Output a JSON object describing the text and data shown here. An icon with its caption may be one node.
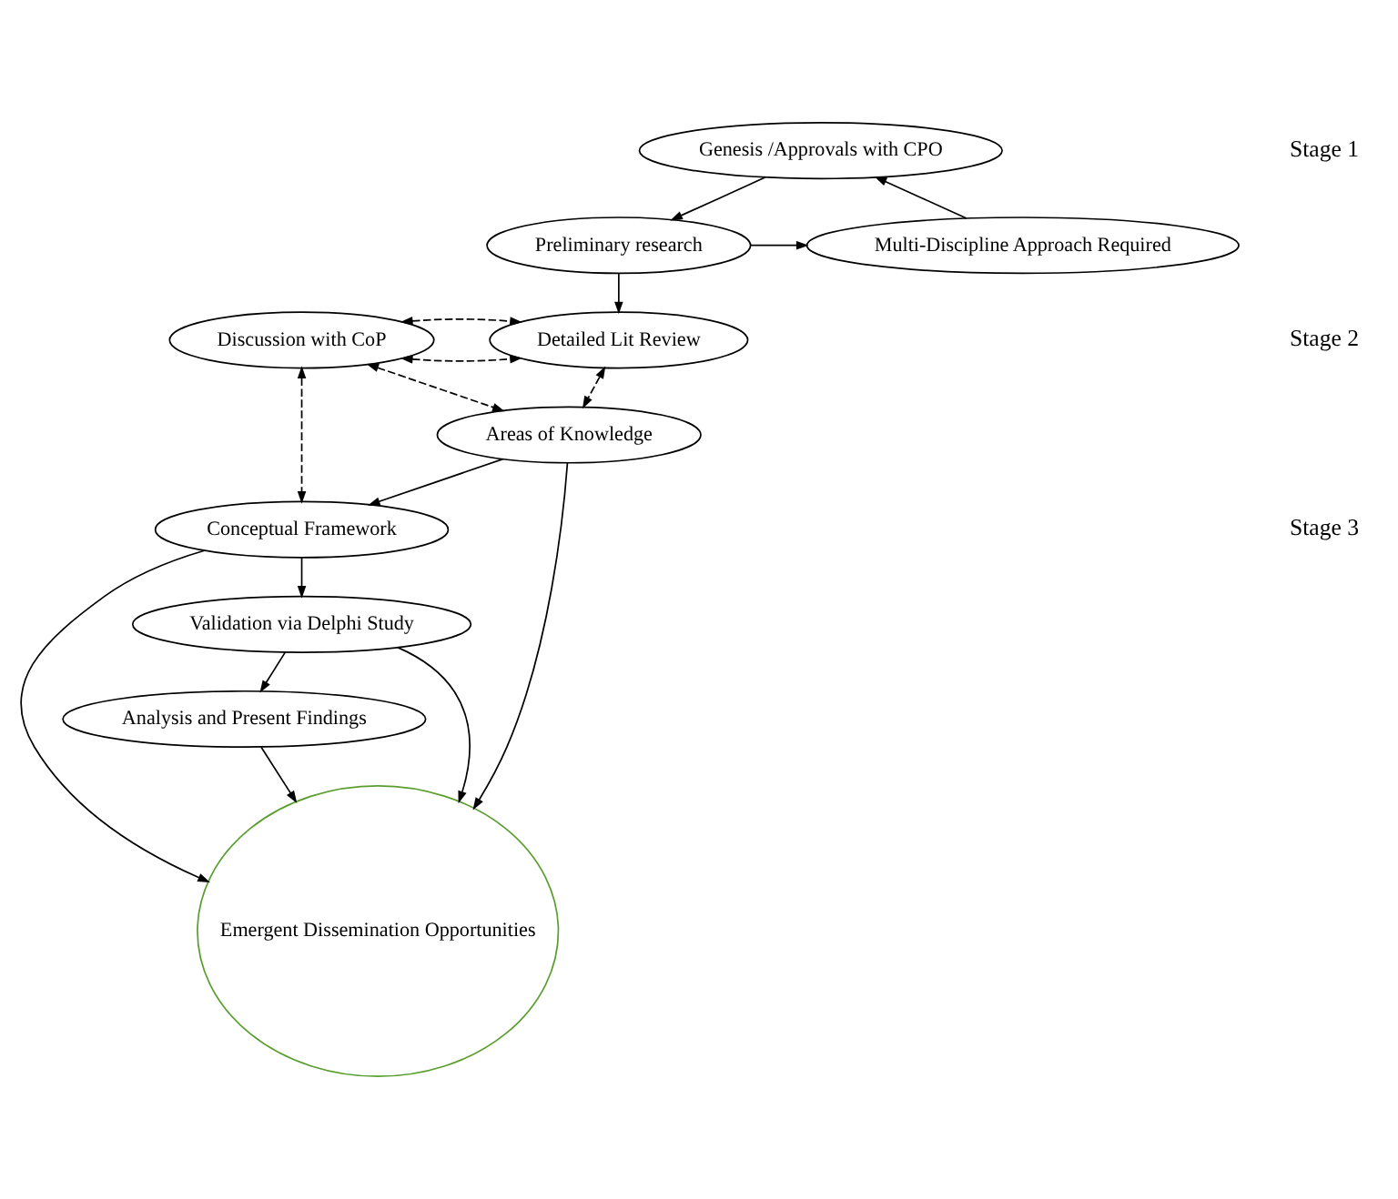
{
  "diagram": {
    "nodes": [
      {
        "text": [
          "Genesis /Approvals with CPO"
        ]
      },
      {
        "text": [
          "Preliminary research"
        ]
      },
      {
        "text": [
          "Multi-Discipline Approach Required"
        ]
      },
      {
        "text": [
          "Detailed Lit Review"
        ]
      },
      {
        "text": [
          "Discussion with CoP"
        ]
      },
      {
        "text": [
          "Areas of Knowledge"
        ]
      },
      {
        "text": [
          "Conceptual Framework"
        ]
      },
      {
        "text": [
          "Validation via Delphi Study"
        ]
      },
      {
        "text": [
          "Analysis and Present Findings"
        ]
      },
      {
        "text": [
          "Emergent Dissemination Opportunities"
        ]
      }
    ],
    "edges": [
      {
        "from": 0,
        "to": 1,
        "arrow": "to"
      },
      {
        "from": 2,
        "to": 0,
        "arrow": "to"
      },
      {
        "from": 1,
        "to": 2,
        "arrow": "to"
      },
      {
        "from": 1,
        "to": 3,
        "arrow": "to"
      },
      {
        "from": 4,
        "to": 3,
        "arrow": "both",
        "style": "dashed"
      },
      {
        "from": 4,
        "to": 3,
        "arrow": "both",
        "style": "dashed"
      },
      {
        "from": 4,
        "to": 5,
        "arrow": "both",
        "style": "dashed"
      },
      {
        "from": 3,
        "to": 5,
        "arrow": "both",
        "style": "dashed"
      },
      {
        "from": 4,
        "to": 6,
        "arrow": "both",
        "style": "dashed"
      },
      {
        "from": 5,
        "to": 6,
        "arrow": "to"
      },
      {
        "from": 6,
        "to": 7,
        "arrow": "to"
      },
      {
        "from": 7,
        "to": 8,
        "arrow": "to"
      },
      {
        "from": 5,
        "to": 9,
        "arrow": "to"
      },
      {
        "from": 6,
        "to": 9,
        "arrow": "to"
      },
      {
        "from": 7,
        "to": 9,
        "arrow": "to"
      },
      {
        "from": 8,
        "to": 9,
        "arrow": "to"
      }
    ],
    "labels": [
      "Stage 1",
      "Stage 2",
      "Stage 3"
    ]
  }
}
